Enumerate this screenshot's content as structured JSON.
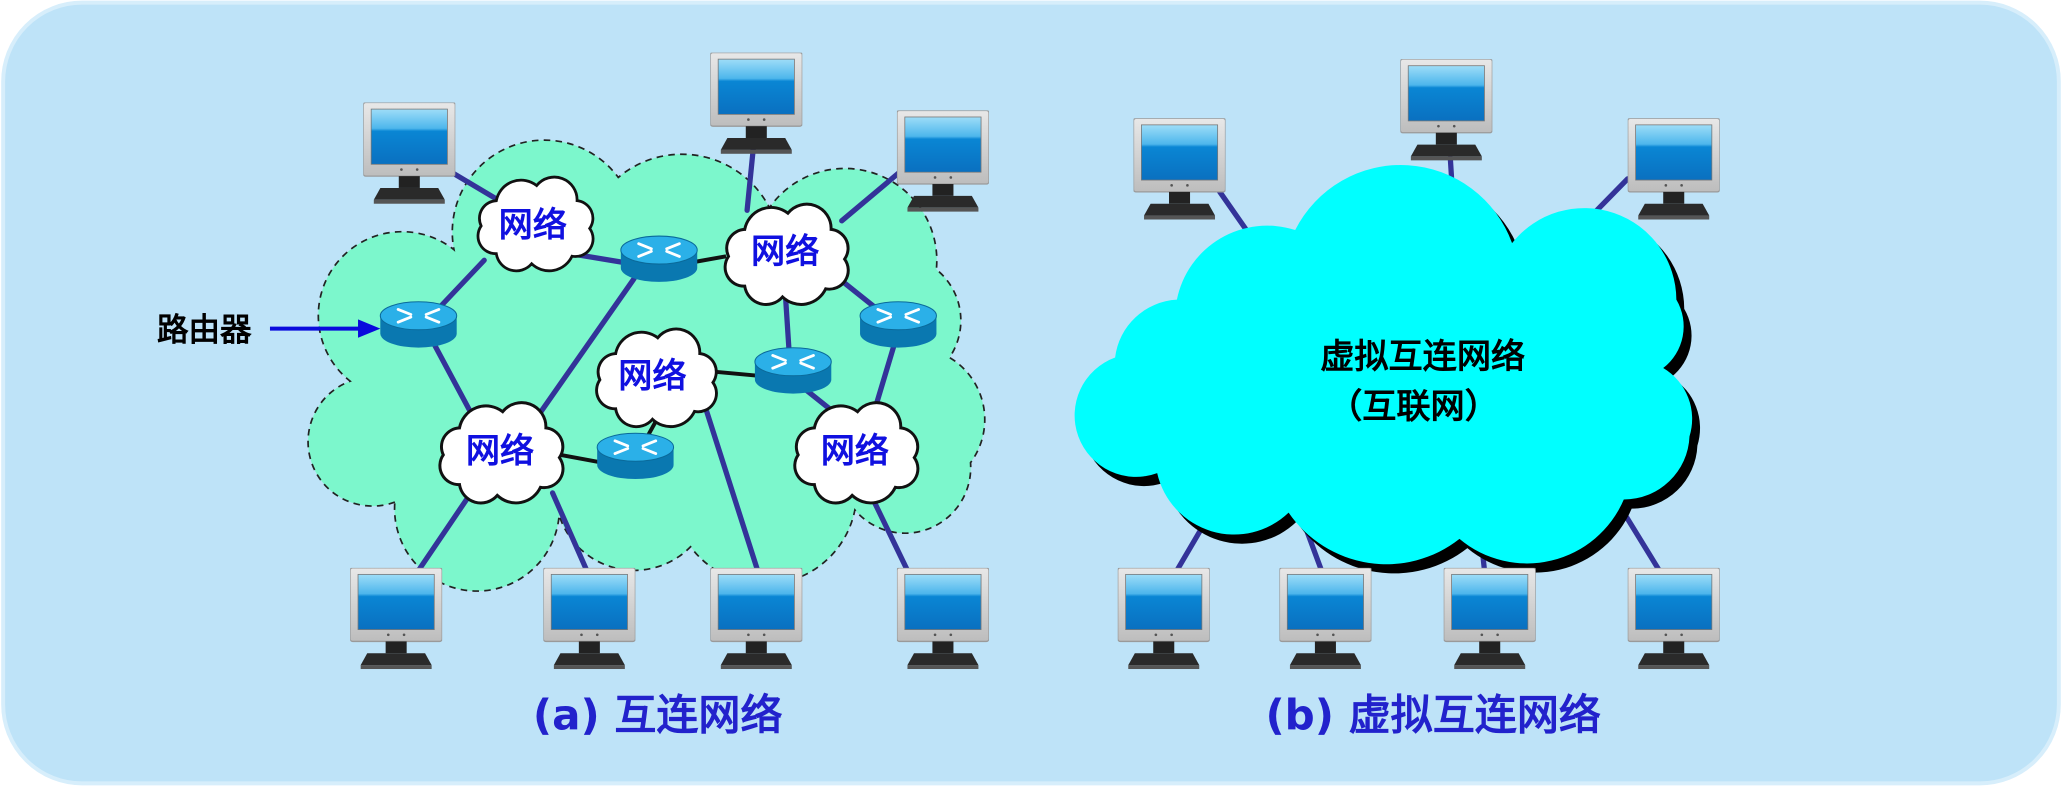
{
  "diagram_a": {
    "caption": "(a) 互连网络",
    "router_label": "路由器",
    "network_label": "网络"
  },
  "diagram_b": {
    "caption": "(b) 虚拟互连网络",
    "cloud_line1": "虚拟互连网络",
    "cloud_line2": "（互联网）"
  },
  "colors": {
    "background": "#BEE3F8",
    "caption": "#2222CC",
    "network_text": "#1010E0",
    "internet_cloud": "#00FFFF",
    "interconnect_area": "#7CF7CC",
    "link": "#333399"
  }
}
